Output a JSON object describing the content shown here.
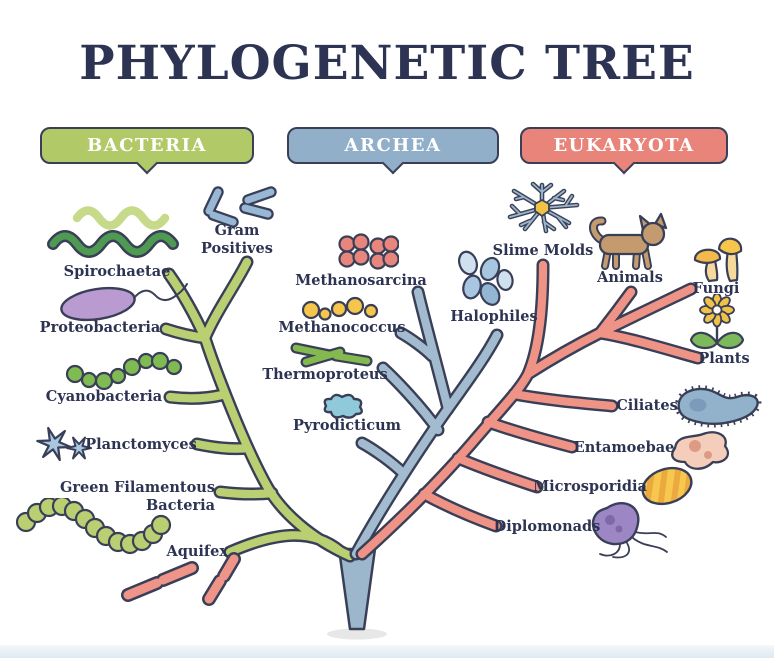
{
  "title": "PHYLOGENETIC TREE",
  "legend": {
    "bacteria": {
      "label": "BACTERIA",
      "color": "#b2c968"
    },
    "archea": {
      "label": "ARCHEA",
      "color": "#92afc9"
    },
    "eukaryota": {
      "label": "EUKARYOTA",
      "color": "#e8847a"
    }
  },
  "tree": {
    "bacteria": {
      "branch_color": "#b9cf72",
      "organisms": {
        "spirochaetae": "Spirochaetae",
        "gram_positives": "Gram\nPositives",
        "proteobacteria": "Proteobacteria",
        "cyanobacteria": "Cyanobacteria",
        "planctomyces": "Planctomyces",
        "green_filamentous": "Green Filamentous\nBacteria",
        "aquifex": "Aquifex"
      }
    },
    "archea": {
      "branch_color": "#a3bbce",
      "organisms": {
        "methanosarcina": "Methanosarcina",
        "methanococcus": "Methanococcus",
        "thermoproteus": "Thermoproteus",
        "pyrodicticum": "Pyrodicticum",
        "halophiles": "Halophiles"
      }
    },
    "eukaryota": {
      "branch_color": "#ee9386",
      "organisms": {
        "slime_molds": "Slime Molds",
        "animals": "Animals",
        "fungi": "Fungi",
        "plants": "Plants",
        "ciliates": "Ciliates",
        "entamoebae": "Entamoebae",
        "microsporidia": "Microsporidia",
        "diplomonads": "Diplomonads"
      }
    }
  },
  "colors": {
    "title_text": "#2d3352",
    "label_text": "#2d3352",
    "outline": "#3a3f58",
    "trunk": "#9cb6cc"
  }
}
